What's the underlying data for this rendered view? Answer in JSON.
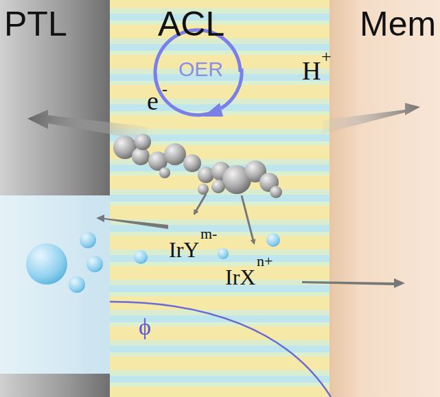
{
  "diagram": {
    "nodes": [
      {
        "text": [
          "PTL"
        ]
      },
      {
        "text": [
          "ACL"
        ]
      },
      {
        "text": [
          "Mem"
        ]
      }
    ],
    "labels": [
      "OER",
      "e",
      "-",
      "H",
      "+",
      "IrY",
      "m-",
      "IrX",
      "n+",
      "ϕ"
    ]
  }
}
